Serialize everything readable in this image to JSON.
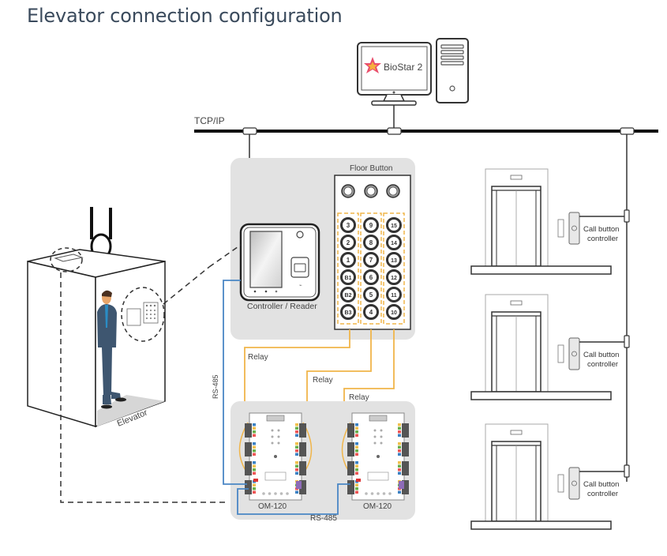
{
  "page": {
    "title": "Elevator connection configuration"
  },
  "colors": {
    "panel_bg": "#e2e2e2",
    "relay_line": "#f0b54a",
    "rs485_line": "#4a86c5",
    "network_line": "#111111",
    "title_text": "#3a4a5c"
  },
  "server": {
    "software_label": "BioStar 2",
    "icon": "biostar-star-logo"
  },
  "network": {
    "label": "TCP/IP"
  },
  "elevator_car": {
    "label": "Elevator"
  },
  "controller": {
    "label": "Controller / Reader"
  },
  "floor_panel": {
    "title": "Floor Button",
    "function_buttons": [
      "door-open-icon",
      "bell-icon",
      "door-close-icon"
    ],
    "columns": [
      [
        "3",
        "2",
        "1",
        "B1",
        "B2",
        "B3"
      ],
      [
        "9",
        "8",
        "7",
        "6",
        "5",
        "4"
      ],
      [
        "15",
        "14",
        "13",
        "12",
        "11",
        "10"
      ]
    ]
  },
  "wiring": {
    "relay_labels": [
      "Relay",
      "Relay",
      "Relay"
    ],
    "rs485_vertical": "RS-485",
    "rs485_bottom": "RS-485"
  },
  "modules": [
    {
      "label": "OM-120"
    },
    {
      "label": "OM-120"
    }
  ],
  "call_controllers": [
    {
      "label_line1": "Call button",
      "label_line2": "controller"
    },
    {
      "label_line1": "Call button",
      "label_line2": "controller"
    },
    {
      "label_line1": "Call button",
      "label_line2": "controller"
    }
  ]
}
